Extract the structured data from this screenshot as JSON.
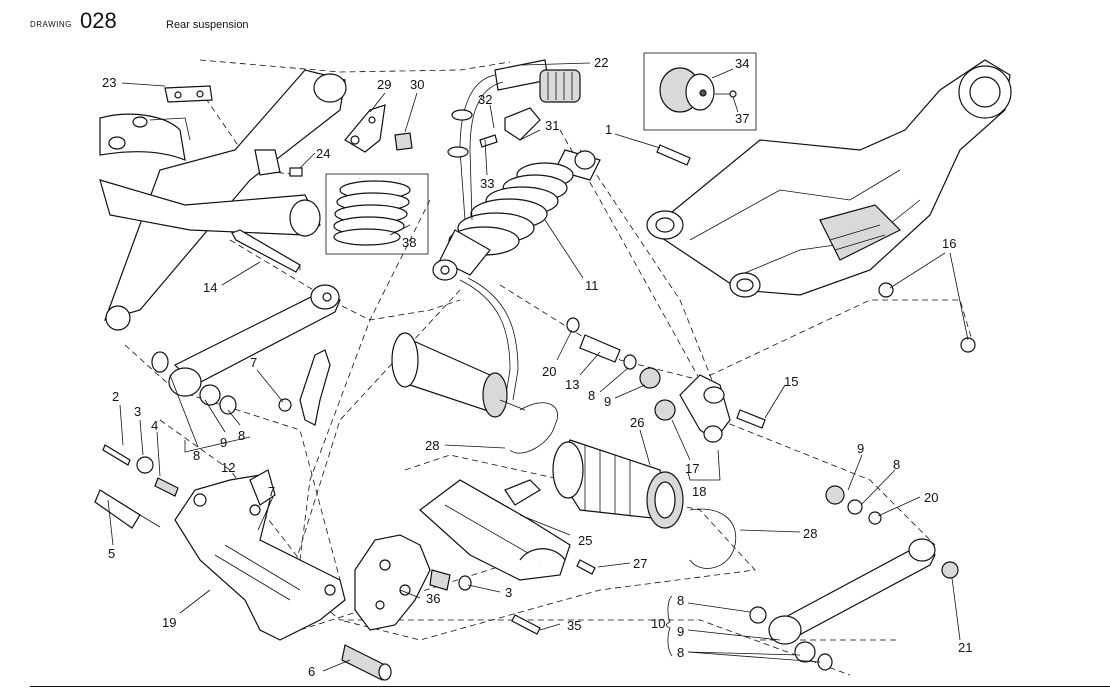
{
  "header": {
    "drawing_label": "DRAWING",
    "drawing_number": "028",
    "title": "Rear suspension"
  },
  "callouts": {
    "c1": "1",
    "c2": "2",
    "c3": "3",
    "c3b": "3",
    "c4": "4",
    "c5": "5",
    "c6": "6",
    "c7": "7",
    "c7b": "7",
    "c8a": "8",
    "c8b": "8",
    "c8c": "8",
    "c8d": "8",
    "c8e": "8",
    "c8f": "8",
    "c9a": "9",
    "c9b": "9",
    "c9c": "9",
    "c9d": "9",
    "c10": "10",
    "c11": "11",
    "c12": "12",
    "c13": "13",
    "c14": "14",
    "c15": "15",
    "c16": "16",
    "c17": "17",
    "c18": "18",
    "c19": "19",
    "c20a": "20",
    "c20b": "20",
    "c21": "21",
    "c22": "22",
    "c23": "23",
    "c24": "24",
    "c25": "25",
    "c26": "26",
    "c27": "27",
    "c28a": "28",
    "c28b": "28",
    "c29": "29",
    "c30": "30",
    "c31": "31",
    "c32": "32",
    "c33": "33",
    "c34": "34",
    "c35": "35",
    "c36": "36",
    "c37": "37",
    "c38": "38"
  }
}
